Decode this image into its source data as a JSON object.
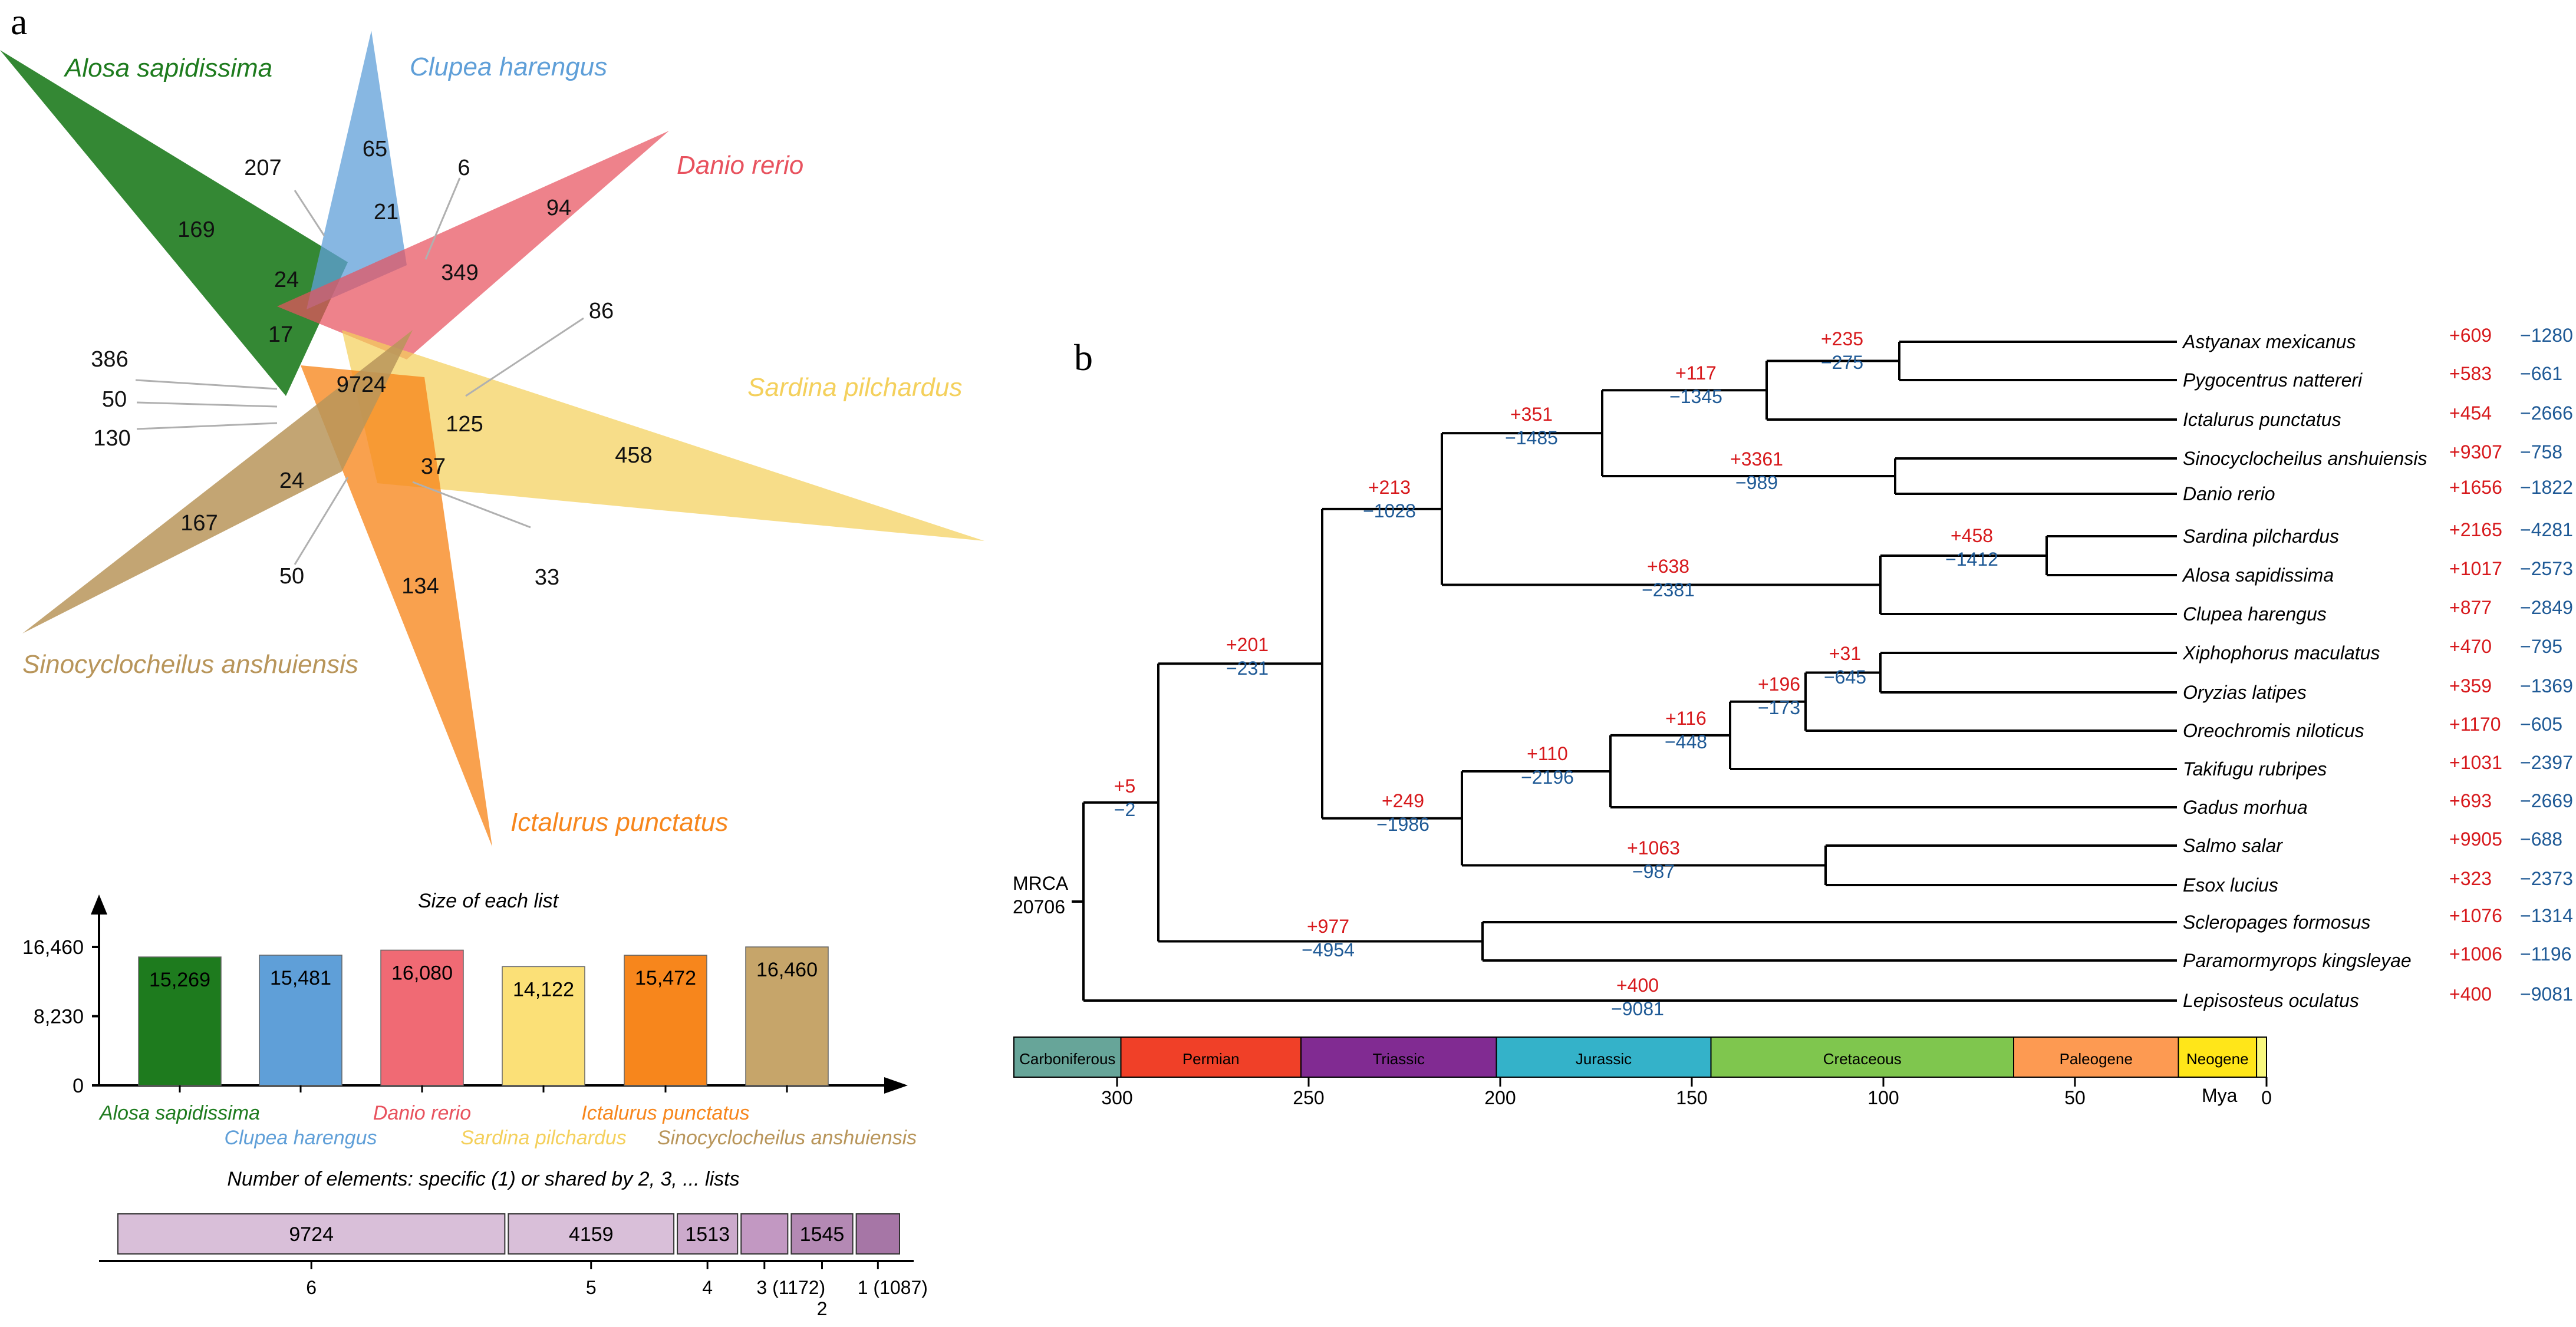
{
  "panel_a": {
    "letter": "a",
    "venn": {
      "species": [
        {
          "name": "Alosa sapidissima",
          "color": "#1e7b1e"
        },
        {
          "name": "Clupea harengus",
          "color": "#5f9fd8"
        },
        {
          "name": "Danio rerio",
          "color": "#e8525e"
        },
        {
          "name": "Sardina pilchardus",
          "color": "#f4d05c"
        },
        {
          "name": "Ictalurus punctatus",
          "color": "#f7861c"
        },
        {
          "name": "Sinocyclocheilus anshuiensis",
          "color": "#b8955a"
        }
      ],
      "counts": [
        "169",
        "65",
        "94",
        "458",
        "134",
        "167",
        "207",
        "6",
        "21",
        "24",
        "349",
        "17",
        "9724",
        "86",
        "125",
        "37",
        "386",
        "50",
        "130",
        "24",
        "50",
        "33"
      ]
    },
    "bar": {
      "title": "Size of each list",
      "y_ticks": [
        "16,460",
        "8,230",
        "0"
      ],
      "x_labels": [
        "Alosa sapidissima",
        "Clupea harengus",
        "Danio rerio",
        "Sardina pilchardus",
        "Ictalurus punctatus",
        "Sinocyclocheilus anshuiensis"
      ],
      "data_labels": [
        "15,269",
        "15,481",
        "16,080",
        "14,122",
        "15,472",
        "16,460"
      ]
    },
    "shared": {
      "title": "Number of elements: specific (1) or shared by 2, 3, ... lists",
      "segment_labels": [
        "9724",
        "4159",
        "1513",
        "",
        "1545",
        ""
      ],
      "tick_labels": [
        "6",
        "5",
        "4",
        "3 (1172)",
        "2",
        "1 (1087)"
      ]
    }
  },
  "chart_data": [
    {
      "type": "bar",
      "title": "Size of each list",
      "categories": [
        "Alosa sapidissima",
        "Clupea harengus",
        "Danio rerio",
        "Sardina pilchardus",
        "Ictalurus punctatus",
        "Sinocyclocheilus anshuiensis"
      ],
      "values": [
        15269,
        15481,
        16080,
        14122,
        15472,
        16460
      ],
      "ylim": [
        0,
        16460
      ],
      "colors": [
        "#1e7b1e",
        "#5f9fd8",
        "#f06a74",
        "#fbe077",
        "#f7861c",
        "#c6a56a"
      ]
    },
    {
      "type": "bar",
      "title": "Number of elements: specific (1) or shared by 2, 3, ... lists",
      "categories": [
        "6",
        "5",
        "4",
        "3",
        "2",
        "1"
      ],
      "values": [
        9724,
        4159,
        1513,
        1172,
        1545,
        1087
      ]
    }
  ],
  "panel_b": {
    "letter": "b",
    "root_label": [
      "MRCA",
      "20706"
    ],
    "taxa": [
      {
        "name": "Astyanax mexicanus",
        "gain": "+609",
        "loss": "−1280"
      },
      {
        "name": "Pygocentrus nattereri",
        "gain": "+583",
        "loss": "−661"
      },
      {
        "name": "Ictalurus punctatus",
        "gain": "+454",
        "loss": "−2666"
      },
      {
        "name": "Sinocyclocheilus anshuiensis",
        "gain": "+9307",
        "loss": "−758"
      },
      {
        "name": "Danio rerio",
        "gain": "+1656",
        "loss": "−1822"
      },
      {
        "name": "Sardina pilchardus",
        "gain": "+2165",
        "loss": "−4281"
      },
      {
        "name": "Alosa sapidissima",
        "gain": "+1017",
        "loss": "−2573"
      },
      {
        "name": "Clupea harengus",
        "gain": "+877",
        "loss": "−2849"
      },
      {
        "name": "Xiphophorus maculatus",
        "gain": "+470",
        "loss": "−795"
      },
      {
        "name": "Oryzias latipes",
        "gain": "+359",
        "loss": "−1369"
      },
      {
        "name": "Oreochromis niloticus",
        "gain": "+1170",
        "loss": "−605"
      },
      {
        "name": "Takifugu rubripes",
        "gain": "+1031",
        "loss": "−2397"
      },
      {
        "name": "Gadus morhua",
        "gain": "+693",
        "loss": "−2669"
      },
      {
        "name": "Salmo salar",
        "gain": "+9905",
        "loss": "−688"
      },
      {
        "name": "Esox lucius",
        "gain": "+323",
        "loss": "−2373"
      },
      {
        "name": "Scleropages formosus",
        "gain": "+1076",
        "loss": "−1314"
      },
      {
        "name": "Paramormyrops kingsleyae",
        "gain": "+1006",
        "loss": "−1196"
      },
      {
        "name": "Lepisosteus oculatus",
        "gain": "+400",
        "loss": "−9081"
      }
    ],
    "node_labels": [
      {
        "gain": "+235",
        "loss": "−275"
      },
      {
        "gain": "+117",
        "loss": "−1345"
      },
      {
        "gain": "+3361",
        "loss": "−989"
      },
      {
        "gain": "+351",
        "loss": "−1485"
      },
      {
        "gain": "+458",
        "loss": "−1412"
      },
      {
        "gain": "+638",
        "loss": "−2381"
      },
      {
        "gain": "+213",
        "loss": "−1028"
      },
      {
        "gain": "+31",
        "loss": "−645"
      },
      {
        "gain": "+196",
        "loss": "−173"
      },
      {
        "gain": "+116",
        "loss": "−448"
      },
      {
        "gain": "+110",
        "loss": "−2196"
      },
      {
        "gain": "+1063",
        "loss": "−987"
      },
      {
        "gain": "+249",
        "loss": "−1986"
      },
      {
        "gain": "+201",
        "loss": "−231"
      },
      {
        "gain": "+977",
        "loss": "−4954"
      },
      {
        "gain": "+5",
        "loss": "−2"
      },
      {
        "gain": "+400",
        "loss": "−9081"
      }
    ],
    "periods": [
      {
        "name": "Carboniferous",
        "start": 310,
        "end": 299,
        "color": "#67a599"
      },
      {
        "name": "Permian",
        "start": 299,
        "end": 252,
        "color": "#f04028"
      },
      {
        "name": "Triassic",
        "start": 252,
        "end": 201,
        "color": "#812b92"
      },
      {
        "name": "Jurassic",
        "start": 201,
        "end": 145,
        "color": "#34b2c9"
      },
      {
        "name": "Cretaceous",
        "start": 145,
        "end": 66,
        "color": "#7fc64e"
      },
      {
        "name": "Paleogene",
        "start": 66,
        "end": 23,
        "color": "#fd9a52"
      },
      {
        "name": "Neogene",
        "start": 23,
        "end": 2.6,
        "color": "#ffe619"
      },
      {
        "name": "",
        "start": 2.6,
        "end": 0,
        "color": "#f9f97f"
      }
    ],
    "time_ticks": [
      "300",
      "250",
      "200",
      "150",
      "100",
      "50",
      "0"
    ],
    "time_unit": "Mya",
    "colors": {
      "gain": "#d7191c",
      "loss": "#1f5a96"
    }
  }
}
